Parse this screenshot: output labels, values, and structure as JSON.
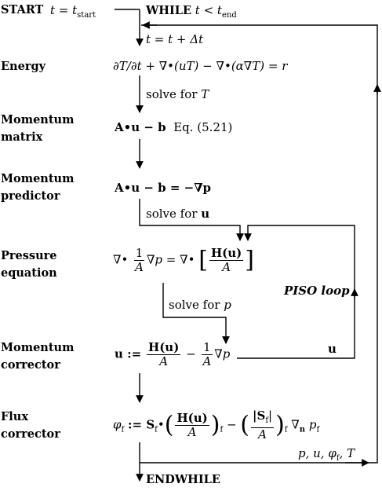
{
  "labels": {
    "start": "START",
    "energy": "Energy",
    "momentum_matrix_1": "Momentum",
    "momentum_matrix_2": "matrix",
    "momentum_predictor_1": "Momentum",
    "momentum_predictor_2": "predictor",
    "pressure_equation_1": "Pressure",
    "pressure_equation_2": "equation",
    "momentum_corrector_1": "Momentum",
    "momentum_corrector_2": "corrector",
    "flux_corrector_1": "Flux",
    "flux_corrector_2": "corrector"
  },
  "flow": {
    "start_condition": "t = t",
    "start_sub": "start",
    "while_keyword": "WHILE",
    "while_condition": "t < t",
    "while_sub": "end",
    "time_step": "t = t + Δt",
    "solve_T": "solve for",
    "solve_T_var": "T",
    "solve_u": "solve for",
    "solve_u_var": "u",
    "solve_p": "solve for",
    "solve_p_var": "p",
    "piso_loop": "PISO loop",
    "u_feedback": "u",
    "outputs": "p, u, φ",
    "outputs_sub": "f",
    "outputs_tail": ", T",
    "endwhile": "ENDWHILE"
  },
  "equations": {
    "energy": "∂T/∂t + ∇•(uT) − ∇•(α∇T) = r",
    "momentum_matrix": "A•u − b",
    "momentum_matrix_ref": "Eq. (5.21)",
    "momentum_predictor": "A•u − b = −∇p",
    "pressure_lhs": "∇•",
    "pressure_num": "1",
    "pressure_den": "A",
    "pressure_mid": "∇p = ∇•",
    "pressure_rhs_num": "H(u)",
    "pressure_rhs_den": "A",
    "corrector_lhs": "u :=",
    "corrector_num": "H(u)",
    "corrector_den": "A",
    "corrector_minus": "−",
    "corrector_num2": "1",
    "corrector_den2": "A",
    "corrector_tail": "∇p",
    "flux_lhs": "φ",
    "flux_lhs_sub": "f",
    "flux_assign": ":= S",
    "flux_S_sub": "f",
    "flux_dot": "•",
    "flux_num1": "H(u)",
    "flux_den1": "A",
    "flux_sub1": "f",
    "flux_minus": "−",
    "flux_num2": "|S",
    "flux_num2_sub": "f",
    "flux_num2_tail": "|",
    "flux_den2": "A",
    "flux_sub2": "f",
    "flux_grad": "∇",
    "flux_grad_sub": "n",
    "flux_p": "p",
    "flux_p_sub": "f"
  }
}
